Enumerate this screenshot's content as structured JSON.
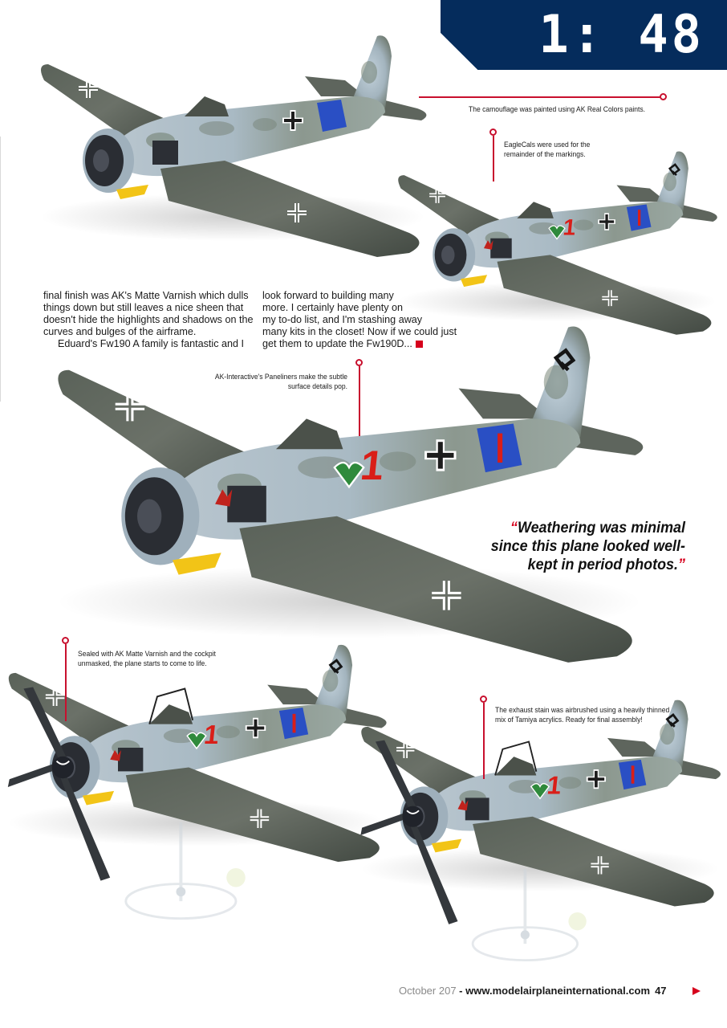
{
  "header": {
    "scale_label": "1: 48",
    "banner_color": "#052c5c"
  },
  "captions": {
    "camouflage": "The camouflage was painted using AK Real Colors paints.",
    "eaglecals_line1": "EagleCals were used for the",
    "eaglecals_line2": "remainder of the markings.",
    "paneliners_line1": "AK-Interactive's Paneliners make the subtle",
    "paneliners_line2": "surface details pop.",
    "sealed_line1": "Sealed with AK Matte Varnish and the cockpit",
    "sealed_line2": "unmasked, the plane starts to come to life.",
    "exhaust_line1": "The exhaust stain was airbrushed using a heavily thinned",
    "exhaust_line2": "mix of Tamiya acrylics. Ready for final assembly!"
  },
  "article": {
    "col1": [
      "final finish was AK's Matte Varnish which dulls",
      "things down but still leaves a nice sheen that",
      "doesn't hide the highlights and shadows on the",
      "curves and bulges of the airframe.",
      "Eduard's Fw190 A family is fantastic and I"
    ],
    "col2": [
      "look forward to building many",
      "more. I certainly have plenty on",
      "my to-do list, and I'm stashing away",
      "many kits in the closet! Now if we could just",
      "get them to update the Fw190D..."
    ]
  },
  "pullquote": {
    "open_quote": "“",
    "line1": "Weathering was minimal",
    "line2": "since this plane looked well-",
    "line3": "kept in period photos.",
    "close_quote": "”"
  },
  "footer": {
    "month": "October 207",
    "separator": " - ",
    "site": "www.modelairplaneinternational.com",
    "page_number": "47",
    "next_icon": "arrow-right-icon"
  },
  "photos": {
    "plane_1": {
      "label": "fw190-unmarked-camouflage",
      "code": ""
    },
    "plane_2": {
      "label": "fw190-with-decals",
      "code": "1"
    },
    "plane_3": {
      "label": "fw190-paneliners",
      "code": "1"
    },
    "plane_4": {
      "label": "fw190-cockpit-unmasked",
      "code": "1"
    },
    "plane_5": {
      "label": "fw190-exhaust-stain",
      "code": "1"
    }
  },
  "colors": {
    "accent_red": "#d6001c",
    "leader_red": "#c8102e",
    "fuselage_band_blue": "#2a4fc4",
    "wing_green_grey": "#4f564e",
    "fuselage_light_blue": "#aebfcb",
    "cowl_yellow": "#f2c417"
  }
}
